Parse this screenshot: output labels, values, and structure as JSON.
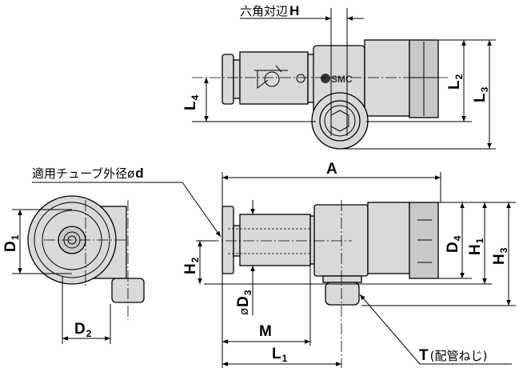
{
  "top_view": {
    "hex_label": "六角対辺",
    "hex_symbol": "H",
    "brand": "SMC",
    "L2": {
      "main": "L",
      "sub": "2"
    },
    "L3": {
      "main": "L",
      "sub": "3"
    },
    "L4": {
      "main": "L",
      "sub": "4"
    }
  },
  "front_view": {
    "tube_label": "適用チューブ外径ø",
    "tube_symbol": "d",
    "D1": {
      "main": "D",
      "sub": "1"
    },
    "D2": {
      "main": "D",
      "sub": "2"
    }
  },
  "side_view": {
    "A": "A",
    "D3": {
      "prefix": "ø",
      "main": "D",
      "sub": "3"
    },
    "D4": {
      "main": "D",
      "sub": "4"
    },
    "H1": {
      "main": "H",
      "sub": "1"
    },
    "H2": {
      "main": "H",
      "sub": "2"
    },
    "H3": {
      "main": "H",
      "sub": "3"
    },
    "M": "M",
    "L1": {
      "main": "L",
      "sub": "1"
    },
    "T": "T",
    "T_note": "(配管ねじ)"
  }
}
